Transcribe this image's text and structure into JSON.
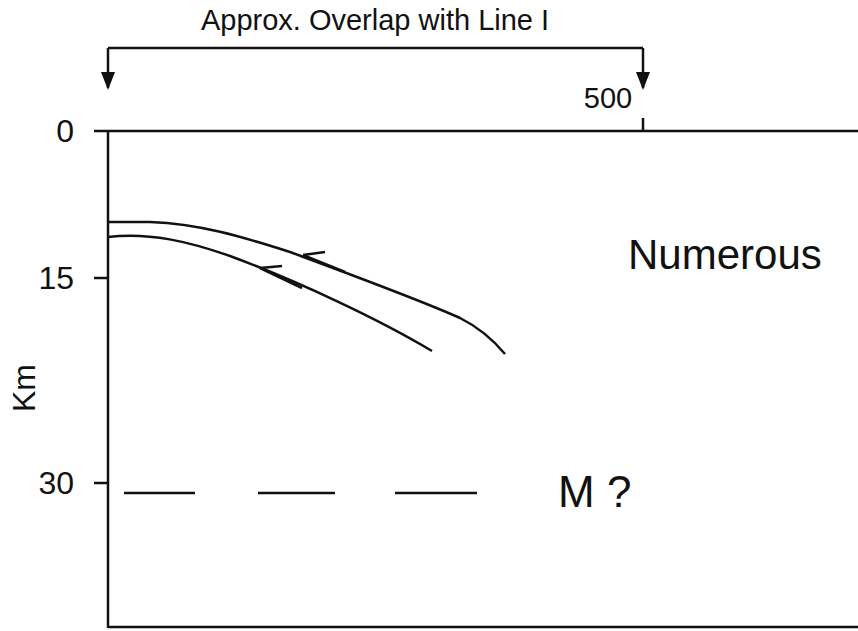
{
  "diagram": {
    "labels": [
      "Approx. Overlap with Line I",
      "500",
      "0",
      "15",
      "30",
      "Km",
      "Numerous",
      "M ?"
    ]
  }
}
